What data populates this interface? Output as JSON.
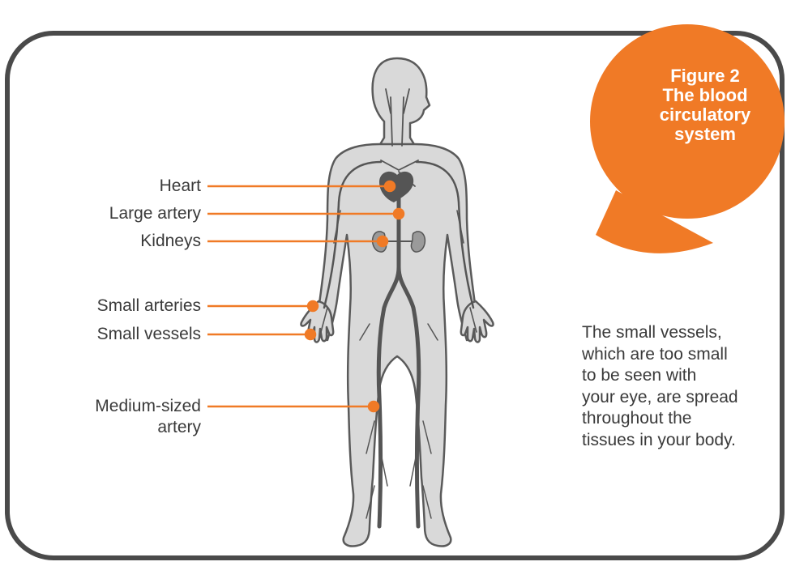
{
  "figure": {
    "caption_line1": "Figure 2",
    "caption_line2": "The blood",
    "caption_line3": "circulatory",
    "caption_line4": "system"
  },
  "labels": {
    "heart": "Heart",
    "large_artery": "Large artery",
    "kidneys": "Kidneys",
    "small_arteries": "Small arteries",
    "small_vessels": "Small vessels",
    "medium_artery_line1": "Medium-sized",
    "medium_artery_line2": "artery"
  },
  "note": {
    "line1": "The small vessels,",
    "line2": "which are too small",
    "line3": "to be seen with",
    "line4": "your eye, are spread",
    "line5": "throughout the",
    "line6": "tissues in your body."
  },
  "colors": {
    "accent": "#f07a26",
    "frame": "#4a4a4a",
    "body_fill": "#d9d9d9",
    "body_outline": "#5a5a5a",
    "vessel": "#555555"
  }
}
